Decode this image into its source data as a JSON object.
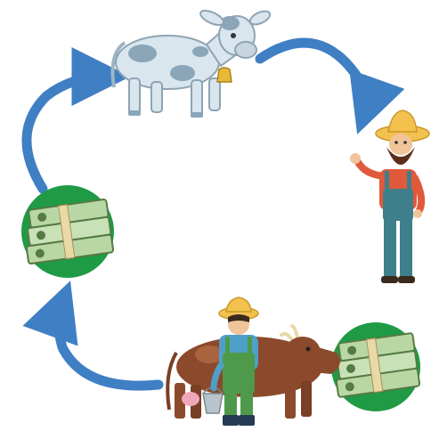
{
  "diagram": {
    "nodes": [
      {
        "id": "calf",
        "icon": "calf-icon"
      },
      {
        "id": "farmer",
        "icon": "farmer-icon"
      },
      {
        "id": "money-right",
        "icon": "money-stack-icon"
      },
      {
        "id": "dairy",
        "icon": "farmer-with-cow-icon"
      },
      {
        "id": "money-left",
        "icon": "money-stack-icon"
      }
    ],
    "arrows": [
      {
        "from": "calf",
        "to": "farmer"
      },
      {
        "from": "dairy",
        "to": "money-left"
      },
      {
        "from": "money-left",
        "to": "calf"
      }
    ],
    "colors": {
      "arrow": "#3f7fc4",
      "circle_green": "#1f9a45",
      "cow_body": "#d9e6ee",
      "cow_spots": "#8aa6b8",
      "brown_cow": "#8b4a2b",
      "money": "#b9d7a4",
      "farmer_shirt": "#e0593a",
      "overalls": "#3f7f8c",
      "hat": "#f2c14e"
    }
  }
}
